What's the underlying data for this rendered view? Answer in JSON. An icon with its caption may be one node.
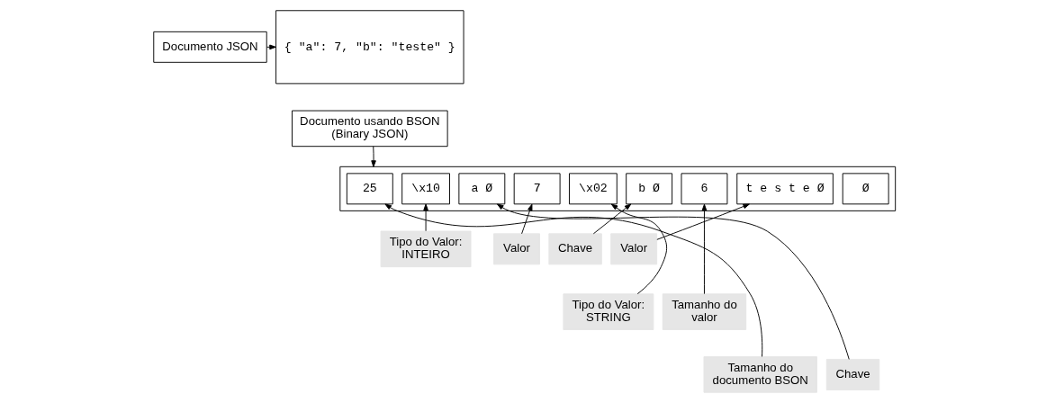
{
  "diagram": {
    "nodes": [
      {
        "text": [
          "Documento JSON"
        ]
      },
      {
        "text": [
          "{ \"a\": 7, \"b\": \"teste\" }"
        ]
      },
      {
        "text": [
          "Documento usando BSON (Binary JSON)"
        ]
      },
      {
        "text": [],
        "shape": "box"
      },
      {
        "text": [
          "25"
        ],
        "in": 3
      },
      {
        "text": [
          "\\x10"
        ],
        "in": 3
      },
      {
        "text": [
          "a Ø"
        ],
        "in": 3
      },
      {
        "text": [
          "7"
        ],
        "in": 3
      },
      {
        "text": [
          "\\x02"
        ],
        "in": 3
      },
      {
        "text": [
          "b Ø"
        ],
        "in": 3
      },
      {
        "text": [
          "6"
        ],
        "in": 3
      },
      {
        "text": [
          "t e s t e Ø"
        ],
        "in": 3
      },
      {
        "text": [
          "Ø"
        ],
        "in": 3
      },
      {
        "text": [
          "Tipo do Valor: INTEIRO"
        ]
      },
      {
        "text": [
          "Valor"
        ]
      },
      {
        "text": [
          "Chave"
        ]
      },
      {
        "text": [
          "Valor"
        ]
      },
      {
        "text": [
          "Tipo do Valor: STRING"
        ]
      },
      {
        "text": [
          "Tamanho do valor"
        ]
      },
      {
        "text": [
          "Tamanho do documento BSON"
        ]
      },
      {
        "text": [
          "Chave"
        ]
      }
    ],
    "edges": [
      {
        "from": 0,
        "to": 1,
        "arrow": "to"
      },
      {
        "from": 2,
        "to": 3,
        "arrow": "to"
      },
      {
        "from": 13,
        "to": 5,
        "arrow": "to"
      },
      {
        "from": 14,
        "to": 7,
        "arrow": "to"
      },
      {
        "from": 15,
        "to": 9,
        "arrow": "to"
      },
      {
        "from": 16,
        "to": 11,
        "arrow": "to"
      },
      {
        "from": 17,
        "to": 8,
        "arrow": "to"
      },
      {
        "from": 18,
        "to": 10,
        "arrow": "to"
      },
      {
        "from": 19,
        "to": 4,
        "arrow": "to"
      },
      {
        "from": 20,
        "to": 6,
        "arrow": "to"
      }
    ]
  }
}
